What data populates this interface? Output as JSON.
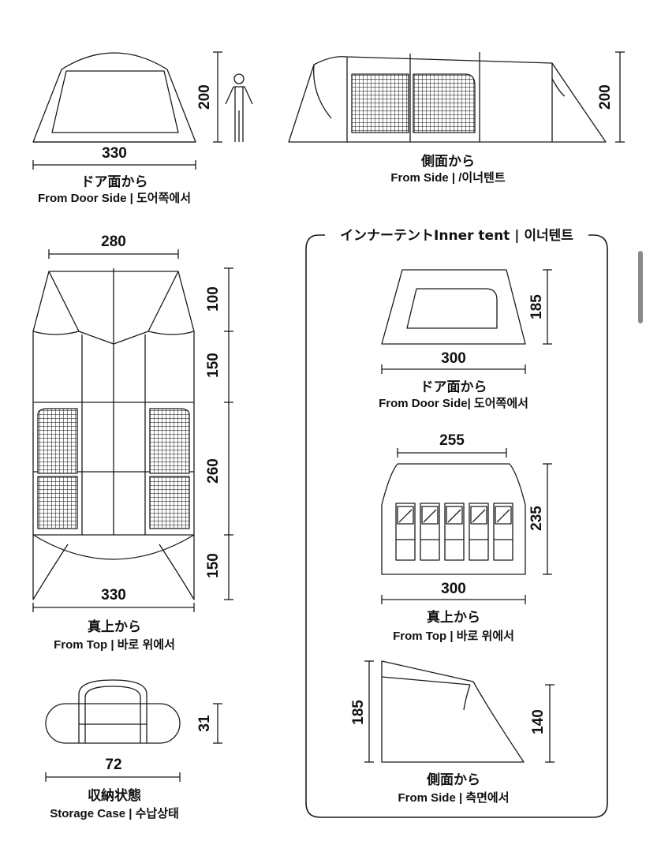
{
  "door_side": {
    "width": "330",
    "height": "200",
    "title_jp": "ドア面から",
    "caption": "From  Door Side | 도어쪽에서"
  },
  "side": {
    "height": "200",
    "title_jp": "側面から",
    "caption": "From Side | /이너텐트"
  },
  "top": {
    "width_top": "280",
    "width_bottom": "330",
    "segments": [
      "100",
      "150",
      "260",
      "150"
    ],
    "title_jp": "真上から",
    "caption": "From Top | 바로 위에서"
  },
  "storage": {
    "length": "72",
    "height": "31",
    "title_jp": "収納状態",
    "caption": "Storage Case | 수납상태"
  },
  "inner_tent": {
    "header": "インナーテントInner tent | 이너텐트",
    "door": {
      "width": "300",
      "height": "185",
      "title_jp": "ドア面から",
      "caption": "From  Door Side| 도어쪽에서"
    },
    "top": {
      "width_top": "255",
      "width_bottom": "300",
      "depth": "235",
      "title_jp": "真上から",
      "caption": "From Top | 바로 위에서"
    },
    "side": {
      "height_front": "185",
      "height_rear": "140",
      "title_jp": "側面から",
      "caption": "From Side | 측면에서"
    }
  }
}
